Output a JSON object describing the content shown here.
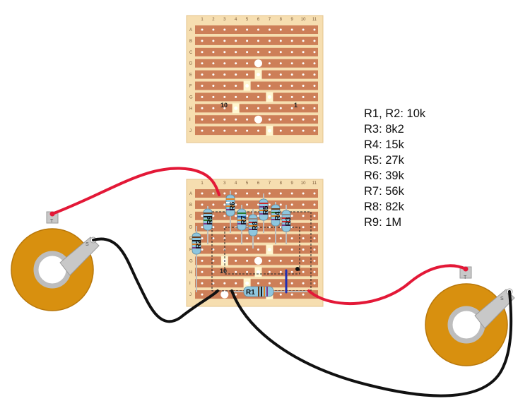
{
  "colors": {
    "board": "#f6deb0",
    "strip": "#cd7f58",
    "hole": "#ffffff",
    "wire_red": "#e31837",
    "wire_black": "#111111",
    "jumper": "#1f2fb4",
    "pot_body": "#d8900f",
    "pot_lug": "#c8c8c8",
    "resistor_body": "#8ec6df"
  },
  "board": {
    "columns": [
      "1",
      "2",
      "3",
      "4",
      "5",
      "6",
      "7",
      "8",
      "9",
      "10",
      "11"
    ],
    "rows": [
      "A",
      "B",
      "C",
      "D",
      "E",
      "F",
      "G",
      "H",
      "I",
      "J"
    ],
    "marker_left": "10",
    "marker_right": "1"
  },
  "components": {
    "R1": "R1",
    "R2": "R2",
    "R3": "R3",
    "R4": "R4",
    "R5": "R5",
    "R6": "R6",
    "R7": "R7",
    "R8": "R8",
    "R9": "R9"
  },
  "jacks": {
    "left_tip": "T",
    "left_sleeve": "S",
    "right_tip": "T",
    "right_sleeve": "S"
  },
  "legend": [
    "R1, R2: 10k",
    "R3: 8k2",
    "R4: 15k",
    "R5: 27k",
    "R6: 39k",
    "R7: 56k",
    "R8: 82k",
    "R9: 1M"
  ]
}
